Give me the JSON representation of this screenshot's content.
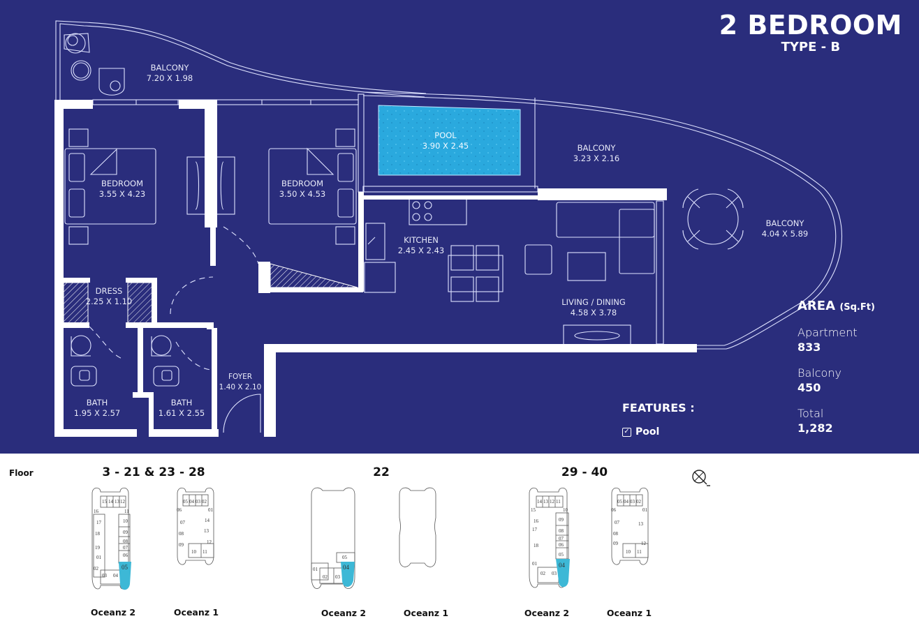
{
  "header": {
    "title": "2 BEDROOM",
    "subtitle": "TYPE - B"
  },
  "rooms": [
    {
      "name": "BALCONY",
      "size": "7.20 X 1.98"
    },
    {
      "name": "BEDROOM",
      "size": "3.55 X 4.23"
    },
    {
      "name": "BEDROOM",
      "size": "3.50 X 4.53"
    },
    {
      "name": "POOL",
      "size": "3.90 X 2.45"
    },
    {
      "name": "BALCONY",
      "size": "3.23 X 2.16"
    },
    {
      "name": "BALCONY",
      "size": "4.04 X 5.89"
    },
    {
      "name": "KITCHEN",
      "size": "2.45 X 2.43"
    },
    {
      "name": "LIVING / DINING",
      "size": "4.58 X 3.78"
    },
    {
      "name": "DRESS",
      "size": "2.25 X 1.10"
    },
    {
      "name": "BATH",
      "size": "1.95 X 2.57"
    },
    {
      "name": "BATH",
      "size": "1.61 X 2.55"
    },
    {
      "name": "FOYER",
      "size": "1.40 X 2.10"
    }
  ],
  "area": {
    "heading": "AREA",
    "unit": "(Sq.Ft)",
    "items": [
      {
        "label": "Apartment",
        "value": "833"
      },
      {
        "label": "Balcony",
        "value": "450"
      },
      {
        "label": "Total",
        "value": "1,282"
      }
    ]
  },
  "features": {
    "heading": "FEATURES :",
    "items": [
      {
        "label": "Pool",
        "checked": true
      }
    ]
  },
  "colors": {
    "background": "#2a2d7c",
    "pool": "#29a8dd",
    "highlight_unit": "#3db8d6",
    "walls": "#ffffff"
  },
  "keyplan": {
    "floor_label": "Floor",
    "groups": [
      {
        "floors": "3  - 21 & 23 - 28",
        "buildings": [
          {
            "name": "Oceanz 2",
            "units": [
              "15",
              "14",
              "13",
              "12",
              "16",
              "11",
              "17",
              "10",
              "18",
              "09",
              "08",
              "07",
              "19",
              "06",
              "01",
              "05",
              "02",
              "03",
              "04"
            ],
            "highlighted": "05"
          },
          {
            "name": "Oceanz 1",
            "units": [
              "05",
              "04",
              "03",
              "02",
              "06",
              "01",
              "07",
              "14",
              "08",
              "13",
              "09",
              "12",
              "10",
              "11"
            ],
            "highlighted": null
          }
        ]
      },
      {
        "floors": "22",
        "buildings": [
          {
            "name": "Oceanz 2",
            "units": [
              "05",
              "01",
              "04",
              "02",
              "03"
            ],
            "highlighted": "04"
          },
          {
            "name": "Oceanz 1",
            "units": [],
            "highlighted": null
          }
        ]
      },
      {
        "floors": "29 - 40",
        "buildings": [
          {
            "name": "Oceanz 2",
            "units": [
              "14",
              "13",
              "12",
              "11",
              "15",
              "10",
              "16",
              "09",
              "17",
              "08",
              "07",
              "18",
              "06",
              "05",
              "01",
              "04",
              "02",
              "03"
            ],
            "highlighted": "04"
          },
          {
            "name": "Oceanz 1",
            "units": [
              "05",
              "04",
              "03",
              "02",
              "06",
              "01",
              "07",
              "13",
              "08",
              "09",
              "12",
              "10",
              "11"
            ],
            "highlighted": null
          }
        ]
      }
    ],
    "compass_icon": "north-compass-icon"
  }
}
